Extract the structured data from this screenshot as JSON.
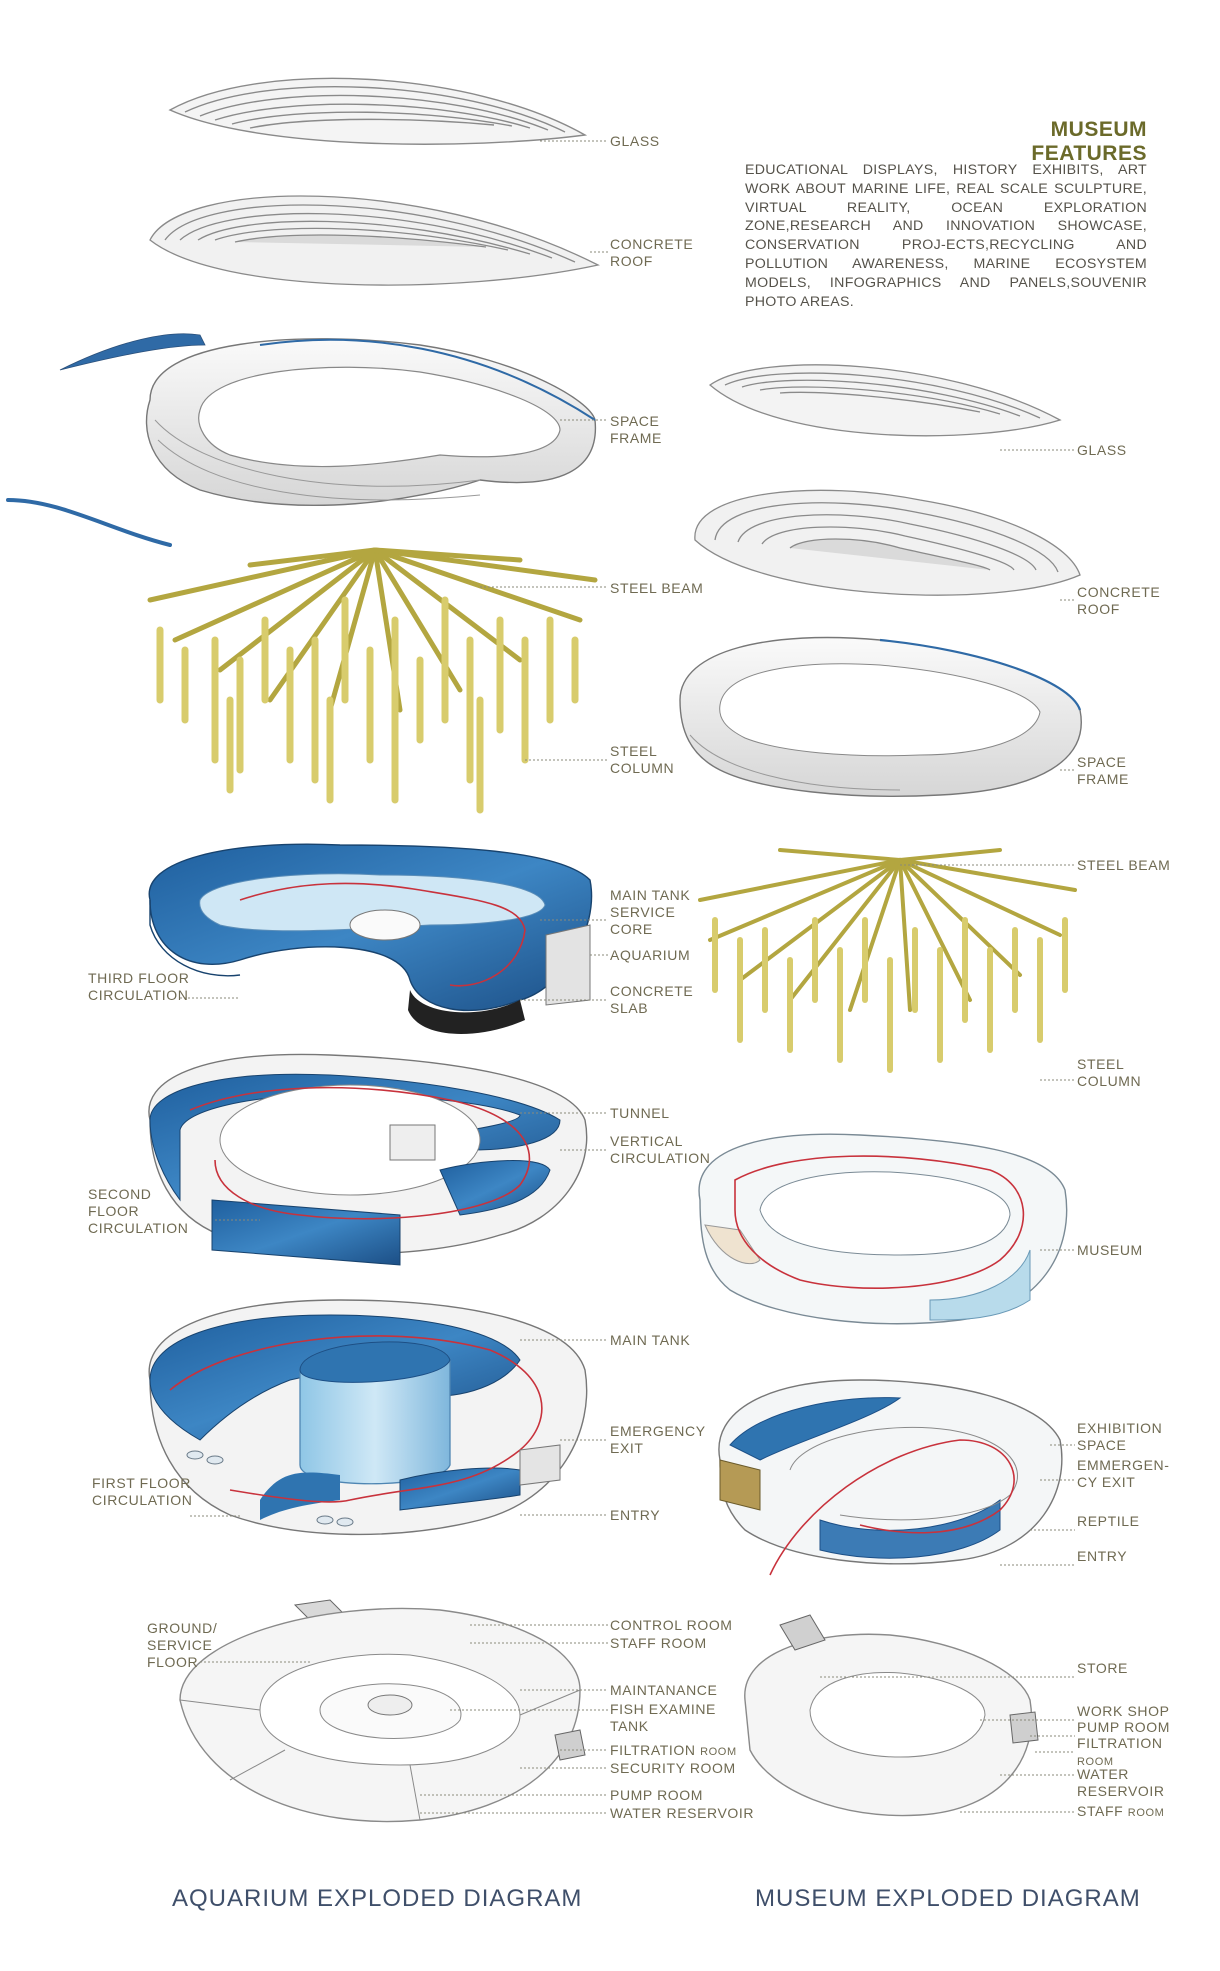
{
  "features": {
    "title": "MUSEUM FEATURES",
    "body": "EDUCATIONAL DISPLAYS, HISTORY EXHIBITS, ART WORK ABOUT MARINE LIFE, REAL SCALE SCULPTURE, VIRTUAL REALITY, OCEAN EXPLORATION ZONE,RESEARCH AND INNOVATION SHOWCASE, CONSERVATION PROJ-ECTS,RECYCLING AND POLLUTION AWARENESS, MARINE ECOSYSTEM MODELS, INFOGRAPHICS AND PANELS,SOUVENIR PHOTO AREAS."
  },
  "aquarium": {
    "caption": "AQUARIUM EXPLODED DIAGRAM",
    "labels": {
      "glass": "GLASS",
      "concrete_roof": [
        "CONCRETE",
        "ROOF"
      ],
      "space_frame": [
        "SPACE",
        "FRAME"
      ],
      "steel_beam": "STEEL BEAM",
      "steel_column": [
        "STEEL",
        "COLUMN"
      ],
      "main_tank_service_core": [
        "MAIN TANK",
        "SERVICE",
        "CORE"
      ],
      "aquarium": "AQUARIUM",
      "concrete_slab": [
        "CONCRETE",
        "SLAB"
      ],
      "third_floor_circulation": [
        "THIRD FLOOR",
        "CIRCULATION"
      ],
      "tunnel": "TUNNEL",
      "vertical_circulation": [
        "VERTICAL",
        "CIRCULATION"
      ],
      "second_floor_circulation": [
        "SECOND",
        "FLOOR",
        "CIRCULATION"
      ],
      "main_tank": "MAIN TANK",
      "emergency_exit": [
        "EMERGENCY",
        "EXIT"
      ],
      "first_floor_circulation": [
        "FIRST FLOOR",
        "CIRCULATION"
      ],
      "entry": "ENTRY",
      "ground_service_floor": [
        "GROUND/",
        "SERVICE",
        "FLOOR"
      ],
      "control_room": "CONTROL ROOM",
      "staff_room": "STAFF ROOM",
      "maintanance": "MAINTANANCE",
      "fish_examine_tank": [
        "FISH EXAMINE",
        "TANK"
      ],
      "filtration_room": [
        "FILTRATION",
        "ROOM"
      ],
      "security_room": "SECURITY ROOM",
      "pump_room": "PUMP ROOM",
      "water_reservoir": "WATER RESERVOIR"
    }
  },
  "museum": {
    "caption": "MUSEUM EXPLODED DIAGRAM",
    "labels": {
      "glass": "GLASS",
      "concrete_roof": [
        "CONCRETE",
        "ROOF"
      ],
      "space_frame": [
        "SPACE",
        "FRAME"
      ],
      "steel_beam": "STEEL BEAM",
      "steel_column": [
        "STEEL",
        "COLUMN"
      ],
      "museum": "MUSEUM",
      "exhibition_space": [
        "EXHIBITION",
        "SPACE"
      ],
      "emergency_exit": [
        "EMMERGEN-",
        "CY EXIT"
      ],
      "reptile": "REPTILE",
      "entry": "ENTRY",
      "store": "STORE",
      "work_shop": "WORK SHOP",
      "pump_room": "PUMP ROOM",
      "filtration_room": [
        "FILTRATION",
        "ROOM"
      ],
      "water_reservoir": [
        "WATER",
        "RESERVOIR"
      ],
      "staff_room": [
        "STAFF",
        "ROOM"
      ]
    }
  },
  "colors": {
    "label_text": "#6f6a52",
    "feature_title": "#6b6a2a",
    "caption": "#3f4f6a",
    "water_blue": "#2f74b0",
    "steel_gold": "#d9cf72",
    "circulation_red": "#c8323c"
  }
}
